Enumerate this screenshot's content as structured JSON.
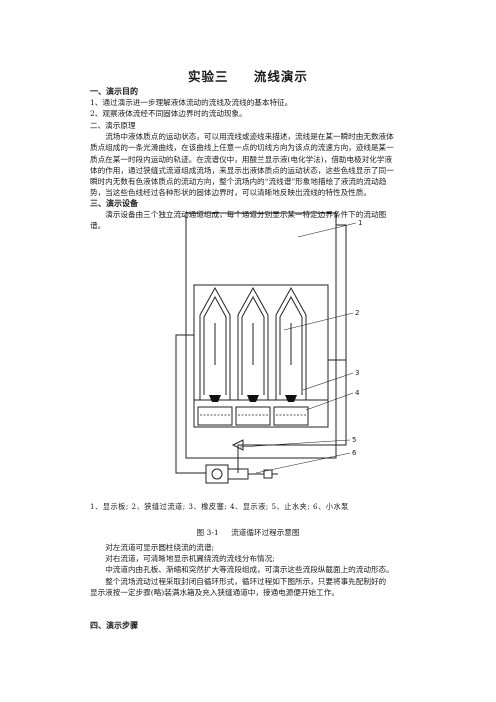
{
  "title": {
    "number": "实验三",
    "name": "流线演示"
  },
  "section1": {
    "heading": "一、演示目的",
    "items": [
      "1、通过演示进一步理解液体流动的流线及流线的基本特征。",
      "2、观察液体流经不同固体边界时的流动现象。"
    ]
  },
  "section2": {
    "heading": "二、演示原理",
    "lines": [
      "流场中液体质点的运动状态，可以用流线或迹线来描述，流线是在某一瞬时由无数液体",
      "质点组成的一条光滑曲线，在该曲线上任意一点的切线方向为该点的流速方向，迹线是某一",
      "质点在某一时段内运动的轨迹。在流谱仪中，用酸兰显示液(电化学法)，借助电极对化学液",
      "体的作用，通过狭缝式流道组成流场，来显示出液体质点的运动状态，这些色线显示了同一",
      "瞬时内无数有色液体质点的流动方向，整个流场内的“流线谱”形象地描绘了液流的流动趋",
      "势，当这些色线经过各种形状的固体边界时，可以清晰地反映出流线的特性及性质。"
    ]
  },
  "section3": {
    "heading": "三、演示设备",
    "lines": [
      "演示设备由三个独立流动通道组成，每个通道分别显示某一特定边界条件下的流动图",
      "谱。"
    ]
  },
  "diagram": {
    "callouts": [
      "1",
      "2",
      "3",
      "4",
      "5",
      "6"
    ]
  },
  "legend": "1、显示板; 2、狭缝过流道; 3、橡皮塞; 4、显示液; 5、止水夹; 6、小水泵",
  "caption": {
    "number": "图 3-1",
    "text": "流道循环过程示意图"
  },
  "after": {
    "lines": [
      "对左流道可显示圆柱绕流的流谱;",
      "对右流道，可清晰地显示机翼绕流的流线分布情况;",
      "中流道内由孔板、渐缩和突然扩大等流段组成，可演示这些流段纵截面上的流动形态。",
      "整个流场流动过程采取封闭自循环形式，循环过程如下图所示，只要将事先配制好的",
      "显示液按一定步骤(略)装满水箱及充入狭缝通道中，接通电源便开始工作。"
    ]
  },
  "section4": {
    "heading": "四、演示步骤"
  }
}
